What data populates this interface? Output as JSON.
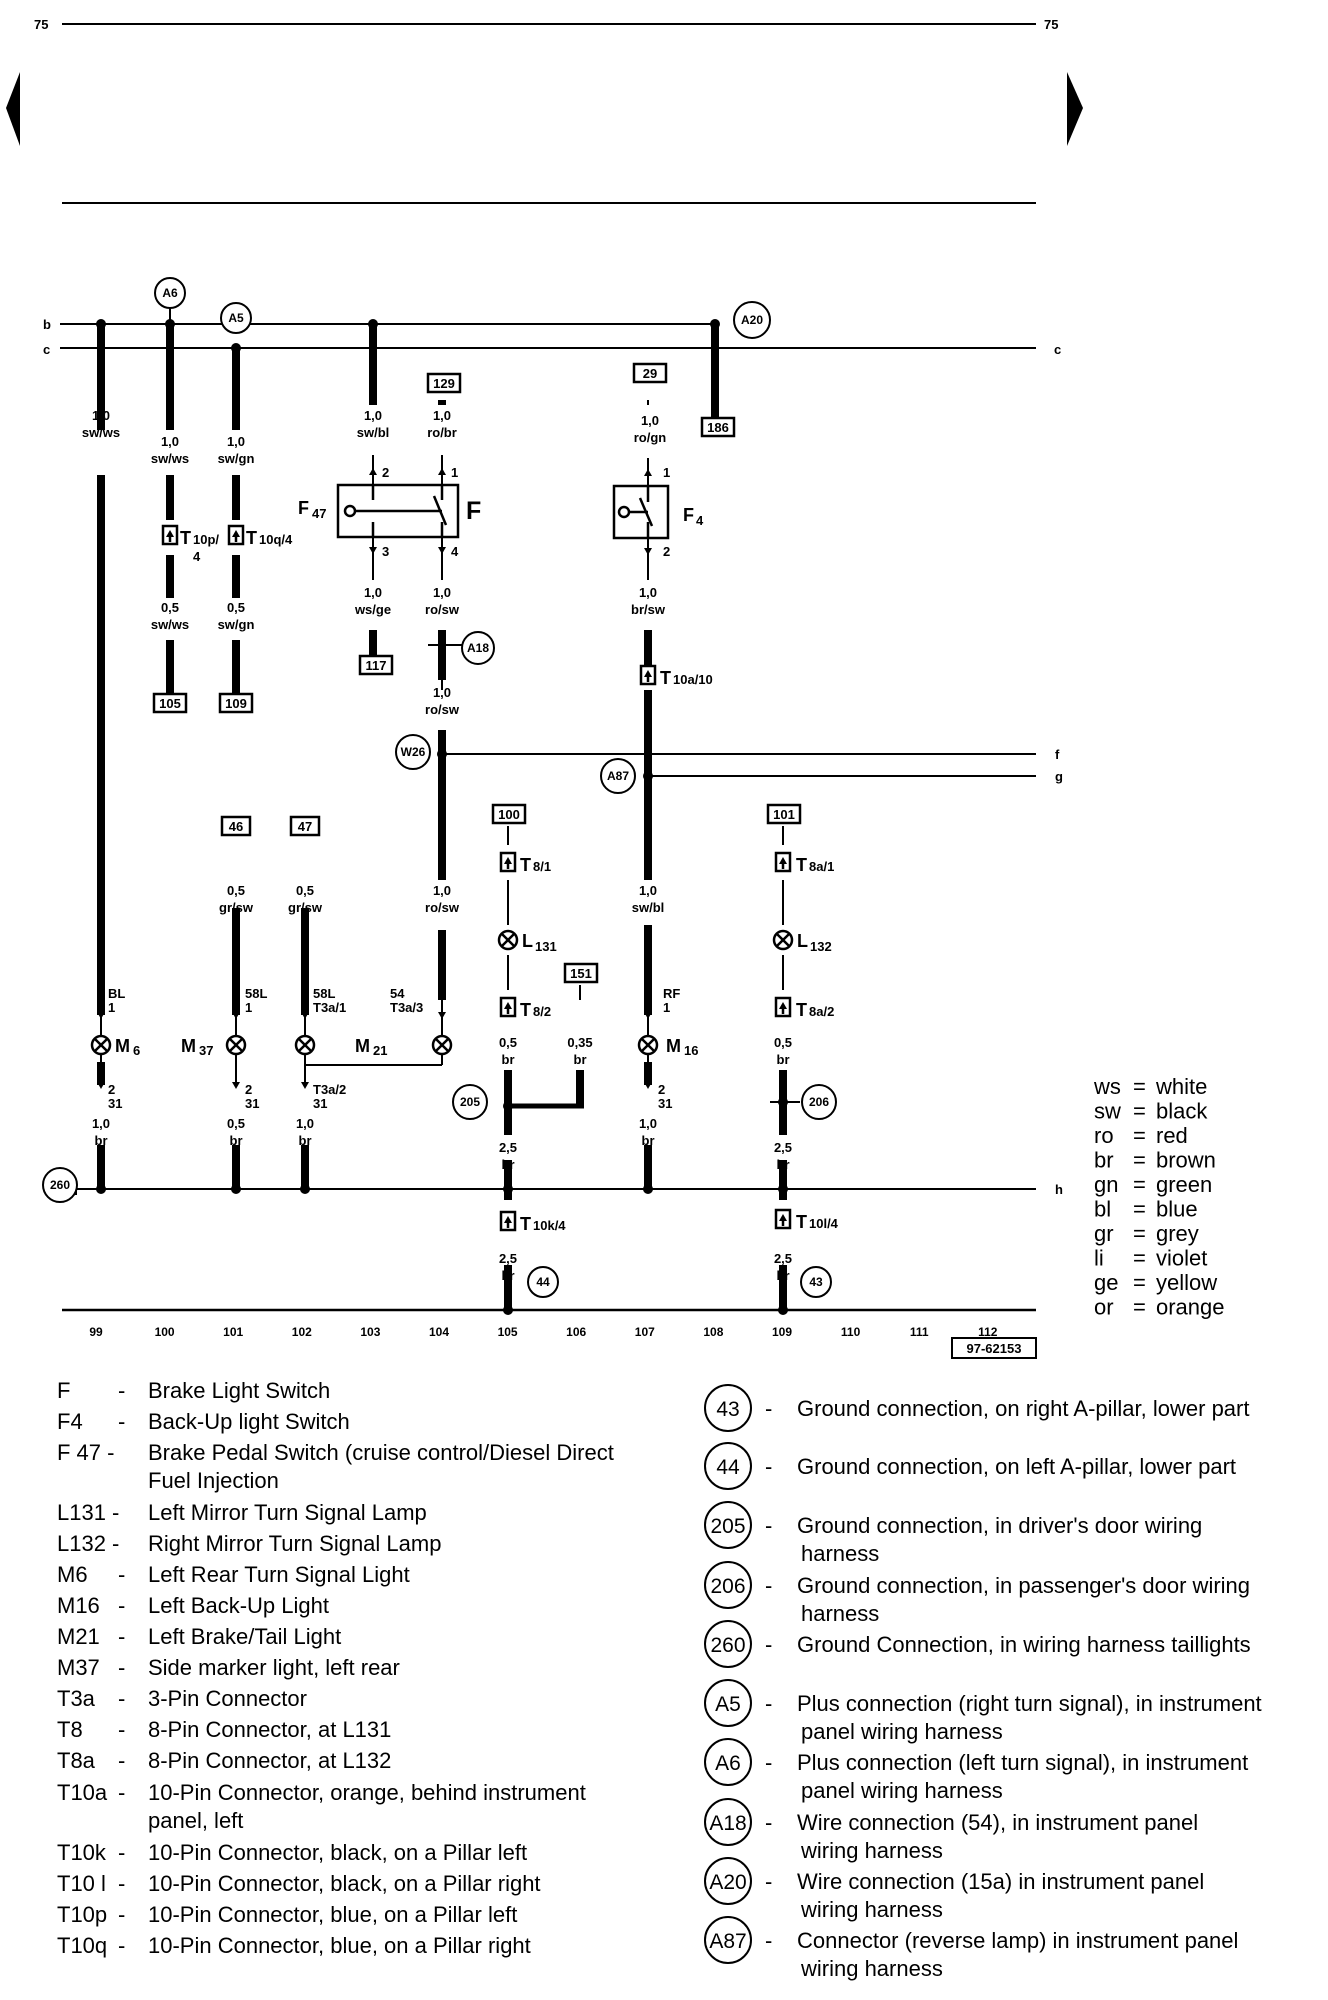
{
  "page_number": "75",
  "drawing_number": "97-62153",
  "lines": {
    "b": "b",
    "c": "c",
    "f": "f",
    "g": "g",
    "h": "h"
  },
  "columns": [
    "99",
    "100",
    "101",
    "102",
    "103",
    "104",
    "105",
    "106",
    "107",
    "108",
    "109",
    "110",
    "111",
    "112"
  ],
  "circles": {
    "A6": "A6",
    "A5": "A5",
    "A20": "A20",
    "A18": "A18",
    "W26": "W26",
    "A87": "A87",
    "c205": "205",
    "c206": "206",
    "c260": "260",
    "c44": "44",
    "c43": "43"
  },
  "boxes": {
    "b129": "129",
    "b29": "29",
    "b186": "186",
    "b117": "117",
    "b105": "105",
    "b109": "109",
    "b46": "46",
    "b47": "47",
    "b100": "100",
    "b151": "151",
    "b101": "101"
  },
  "wires": {
    "w99a_size": "1,0",
    "w99a_color": "sw/ws",
    "w100a_size": "1,0",
    "w100a_color": "sw/ws",
    "w101a_size": "1,0",
    "w101a_color": "sw/gn",
    "w100b_size": "0,5",
    "w100b_color": "sw/ws",
    "w101b_size": "0,5",
    "w101b_color": "sw/gn",
    "w103a_size": "1,0",
    "w103a_color": "sw/bl",
    "w104a_size": "1,0",
    "w104a_color": "ro/br",
    "w103b_size": "1,0",
    "w103b_color": "ws/ge",
    "w104b_size": "1,0",
    "w104b_color": "ro/sw",
    "w104c_size": "1,0",
    "w104c_color": "ro/sw",
    "w104d_size": "1,0",
    "w104d_color": "ro/sw",
    "w107a_size": "1,0",
    "w107a_color": "ro/gn",
    "w107b_size": "1,0",
    "w107b_color": "br/sw",
    "w107c_size": "1,0",
    "w107c_color": "sw/bl",
    "w101c_size": "0,5",
    "w101c_color": "gr/sw",
    "w102c_size": "0,5",
    "w102c_color": "gr/sw",
    "w105a_size": "0,5",
    "w105a_color": "br",
    "w106a_size": "0,35",
    "w106a_color": "br",
    "w109a_size": "0,5",
    "w109a_color": "br",
    "w99d_size": "1,0",
    "w99d_color": "br",
    "w101d_size": "0,5",
    "w101d_color": "br",
    "w102d_size": "1,0",
    "w102d_color": "br",
    "w105b_size": "2,5",
    "w105b_color": "br",
    "w107d_size": "1,0",
    "w107d_color": "br",
    "w109b_size": "2,5",
    "w109b_color": "br",
    "w105c_size": "2,5",
    "w105c_color": "br",
    "w109c_size": "2,5",
    "w109c_color": "br"
  },
  "pins": {
    "p2a": "2",
    "p1a": "1",
    "p3": "3",
    "p4": "4",
    "p1b": "1",
    "p2b": "2",
    "m6_top_a": "BL",
    "m6_top_b": "1",
    "m6_bot_a": "2",
    "m6_bot_b": "31",
    "m37_top_a": "58L",
    "m37_top_b": "1",
    "m37_bot_a": "2",
    "m37_bot_b": "31",
    "m21a_top_a": "58L",
    "m21a_top_b": "T3a/1",
    "m21a_bot_a": "T3a/2",
    "m21a_bot_b": "31",
    "m21b_top_a": "54",
    "m21b_top_b": "T3a/3",
    "m16_top_a": "RF",
    "m16_top_b": "1",
    "m16_bot_a": "2",
    "m16_bot_b": "31"
  },
  "components": {
    "F47": "F",
    "F47_sub": "47",
    "F": "F",
    "F4": "F",
    "F4_sub": "4",
    "M6": "M",
    "M6_sub": "6",
    "M37": "M",
    "M37_sub": "37",
    "M21": "M",
    "M21_sub": "21",
    "M16": "M",
    "M16_sub": "16",
    "L131": "L",
    "L131_sub": "131",
    "L132": "L",
    "L132_sub": "132"
  },
  "connectors": {
    "T10p": "T",
    "T10p_sub": "10p/",
    "T10p_sub2": "4",
    "T10q": "T",
    "T10q_sub": "10q/4",
    "T10a": "T",
    "T10a_sub": "10a/10",
    "T8_1": "T",
    "T8_1_sub": "8/1",
    "T8_2": "T",
    "T8_2_sub": "8/2",
    "T8a_1": "T",
    "T8a_1_sub": "8a/1",
    "T8a_2": "T",
    "T8a_2_sub": "8a/2",
    "T10k": "T",
    "T10k_sub": "10k/4",
    "T10l": "T",
    "T10l_sub": "10l/4"
  },
  "color_legend": [
    {
      "code": "ws",
      "eq": "=",
      "name": "white"
    },
    {
      "code": "sw",
      "eq": "=",
      "name": "black"
    },
    {
      "code": "ro",
      "eq": "=",
      "name": "red"
    },
    {
      "code": "br",
      "eq": "=",
      "name": "brown"
    },
    {
      "code": "gn",
      "eq": "=",
      "name": "green"
    },
    {
      "code": "bl",
      "eq": "=",
      "name": "blue"
    },
    {
      "code": "gr",
      "eq": "=",
      "name": "grey"
    },
    {
      "code": "li",
      "eq": "=",
      "name": "violet"
    },
    {
      "code": "ge",
      "eq": "=",
      "name": "yellow"
    },
    {
      "code": "or",
      "eq": "=",
      "name": "orange"
    }
  ],
  "component_legend": [
    {
      "code": "F",
      "dash": "-",
      "desc": "Brake Light Switch"
    },
    {
      "code": "F4",
      "dash": "-",
      "desc": "Back-Up light Switch"
    },
    {
      "code": "F 47 -",
      "dash": "",
      "desc": "Brake Pedal Switch (cruise control/Diesel Direct",
      "desc2": "Fuel Injection"
    },
    {
      "code": "L131 -",
      "dash": "",
      "desc": "Left Mirror Turn Signal Lamp"
    },
    {
      "code": "L132 -",
      "dash": "",
      "desc": "Right Mirror Turn Signal Lamp"
    },
    {
      "code": "M6",
      "dash": "-",
      "desc": "Left Rear Turn Signal Light"
    },
    {
      "code": "M16",
      "dash": "-",
      "desc": "Left Back-Up Light"
    },
    {
      "code": "M21",
      "dash": "-",
      "desc": "Left Brake/Tail Light"
    },
    {
      "code": "M37",
      "dash": "-",
      "desc": "Side marker light, left rear"
    },
    {
      "code": "T3a",
      "dash": "-",
      "desc": "3-Pin Connector"
    },
    {
      "code": "T8",
      "dash": "-",
      "desc": "8-Pin Connector, at L131"
    },
    {
      "code": "T8a",
      "dash": "-",
      "desc": "8-Pin Connector, at L132"
    },
    {
      "code": "T10a",
      "dash": "-",
      "desc": "10-Pin Connector, orange, behind instrument",
      "desc2": "panel, left"
    },
    {
      "code": "T10k",
      "dash": "-",
      "desc": "10-Pin Connector, black, on a Pillar left"
    },
    {
      "code": "T10 l",
      "dash": "-",
      "desc": "10-Pin Connector, black, on a Pillar right"
    },
    {
      "code": "T10p",
      "dash": "-",
      "desc": "10-Pin Connector, blue, on a Pillar left"
    },
    {
      "code": "T10q",
      "dash": "-",
      "desc": "10-Pin Connector, blue, on a Pillar right"
    }
  ],
  "ground_legend": [
    {
      "code": "43",
      "dash": "-",
      "desc": "Ground connection, on right A-pillar, lower part"
    },
    {
      "code": "44",
      "dash": "-",
      "desc": "Ground connection, on left A-pillar, lower part"
    },
    {
      "code": "205",
      "dash": "-",
      "desc": "Ground connection, in driver's door wiring",
      "desc2": "harness"
    },
    {
      "code": "206",
      "dash": "-",
      "desc": "Ground connection, in passenger's door wiring",
      "desc2": "harness"
    },
    {
      "code": "260",
      "dash": "-",
      "desc": "Ground Connection, in wiring harness taillights"
    },
    {
      "code": "A5",
      "dash": "-",
      "desc": "Plus connection (right turn signal), in instrument",
      "desc2": "panel wiring harness"
    },
    {
      "code": "A6",
      "dash": "-",
      "desc": "Plus connection (left turn signal), in instrument",
      "desc2": "panel wiring harness"
    },
    {
      "code": "A18",
      "dash": "-",
      "desc": "Wire connection (54), in instrument panel",
      "desc2": "wiring harness"
    },
    {
      "code": "A20",
      "dash": "-",
      "desc": "Wire connection (15a) in instrument panel",
      "desc2": "wiring harness"
    },
    {
      "code": "A87",
      "dash": "-",
      "desc": "Connector (reverse lamp) in instrument panel",
      "desc2": "wiring harness"
    }
  ]
}
